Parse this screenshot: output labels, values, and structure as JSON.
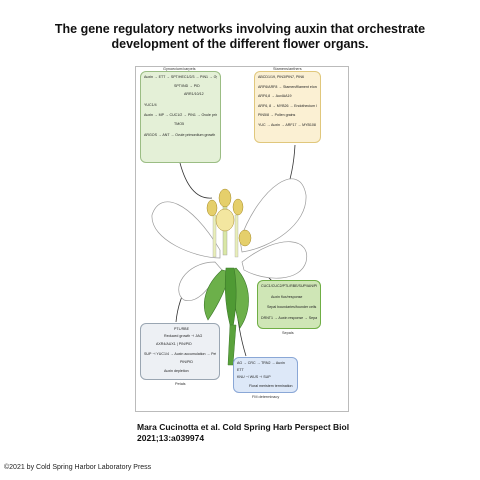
{
  "title": "The gene regulatory networks involving auxin that orchestrate development of the different flower organs.",
  "panels": {
    "gynoecium": {
      "label": "Gynoecium/carpels",
      "rows": [
        "Auxin → ETT → SPT/HEC1/2/3 → PIN1 → Gynoecium growth and fusion",
        "SPT/IND → PID",
        "ARR1/10/12",
        "YUC1/4",
        "Auxin → MP → CUC1/2 → PIN1 → Ovule primordium initiation",
        "TMO5",
        "ARGOS → ANT → Ovule primordium growth"
      ]
    },
    "stamens": {
      "label": "Stamens/anthers",
      "rows": [
        "ABCD1/19, PIN3/PIN7, PIN6",
        "ARF6/ARF8 → Stamen/filament elongation",
        "ARF6,8 → AuxIAA19",
        "ARF6, 8 → MYB26 → Endothecium lignification",
        "PIN5/8 → Pollen grains",
        "YUC → Auxin → ARF17 → MYB108"
      ]
    },
    "sepals": {
      "label": "Sepals",
      "rows": [
        "CUC1/CUC2/PTL/RBE/SUP/IAN/PPS",
        "Auxin flux/response",
        "Sepal boundaries/founder cells",
        "DRNT1 → Auxin response → Sepal outgrowth"
      ]
    },
    "petals": {
      "label": "Petals",
      "rows": [
        "PTL/RBE",
        "Reduced growth ⊣ JAG",
        "AXR4/AUX1 | PIN/PID",
        "SUP ⊣ YUC1/4 → Auxin accumulation → Petal initiation",
        "PIN/PID",
        "Auxin depletion"
      ]
    },
    "floral_meristem": {
      "label": "FM determinacy",
      "rows": [
        "AG → CRC → TRN2 → Auxin",
        "ETT",
        "KNU ⊣ WUS ⊣ SUP",
        "Floral meristem termination"
      ]
    }
  },
  "caption": "Mara Cucinotta et al. Cold Spring Harb Perspect Biol 2021;13:a039974",
  "copyright": "©2021 by Cold Spring Harbor Laboratory Press"
}
